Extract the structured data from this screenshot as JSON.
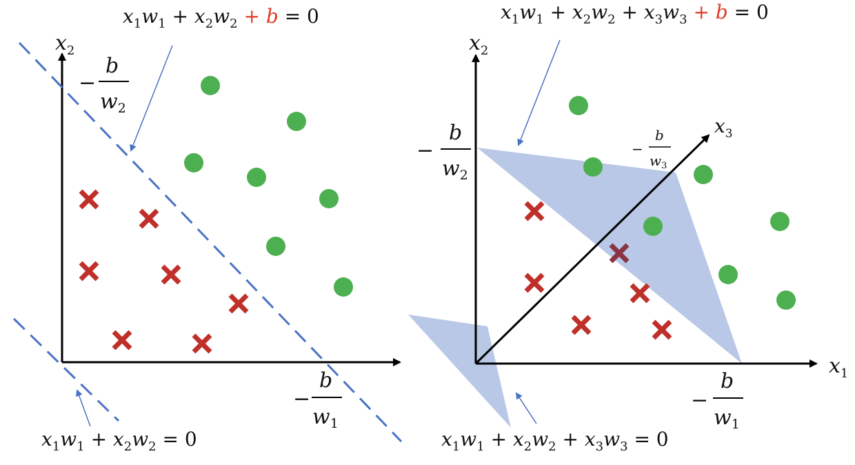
{
  "left_panel": {
    "eq_top": {
      "parts": [
        "x",
        "1",
        "w",
        "1",
        " + x",
        "2",
        "w",
        "2",
        " + b",
        " = 0"
      ]
    },
    "eq_bottom": {
      "parts": [
        "x",
        "1",
        "w",
        "1",
        " + x",
        "2",
        "w",
        "2",
        " = 0"
      ]
    },
    "x2_axis_label": {
      "main": "x",
      "sub": "2"
    },
    "y_intercept_label": {
      "minus": "−",
      "num": "b",
      "den": "w",
      "den_sub": "2"
    },
    "x_intercept_label": {
      "minus": "−",
      "num": "b",
      "den": "w",
      "den_sub": "1"
    }
  },
  "right_panel": {
    "eq_top": {
      "parts": [
        "x",
        "1",
        "w",
        "1",
        " + x",
        "2",
        "w",
        "2",
        " + x",
        "3",
        "w",
        "3",
        " + b",
        " = 0"
      ]
    },
    "eq_bottom": {
      "parts": [
        "x",
        "1",
        "w",
        "1",
        " + x",
        "2",
        "w",
        "2",
        " + x",
        "3",
        "w",
        "3",
        " = 0"
      ]
    },
    "x1_axis_label": {
      "main": "x",
      "sub": "1"
    },
    "x2_axis_label": {
      "main": "x",
      "sub": "2"
    },
    "x3_axis_label": {
      "main": "x",
      "sub": "3"
    },
    "y_intercept_label": {
      "minus": "−",
      "num": "b",
      "den": "w",
      "den_sub": "2"
    },
    "x_intercept_label": {
      "minus": "−",
      "num": "b",
      "den": "w",
      "den_sub": "1"
    },
    "z_intercept_label": {
      "minus": "−",
      "num": "b",
      "den": "w",
      "den_sub": "3"
    }
  },
  "colors": {
    "axis": "#000000",
    "plane": "#b9c8e6",
    "boundary": "#4a72c4",
    "circle": "#4caf50",
    "cross": "#c0302a",
    "bias": "#e03b25"
  }
}
